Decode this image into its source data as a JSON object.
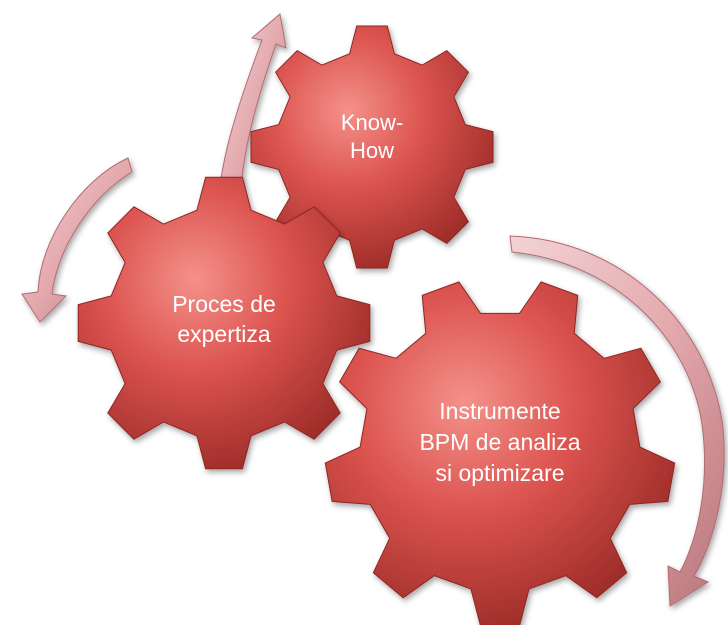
{
  "gears": [
    {
      "id": "know-how",
      "lines": [
        "Know-",
        "How"
      ]
    },
    {
      "id": "proces-de-expertiza",
      "lines": [
        "Proces de",
        "expertiza"
      ]
    },
    {
      "id": "instrumente-bpm",
      "lines": [
        "Instrumente",
        "BPM de analiza",
        "si optimizare"
      ]
    }
  ],
  "colors": {
    "gear_fill": "#d9524f",
    "gear_dark": "#8f2723",
    "gear_light": "#f08a83",
    "arrow_fill": "#e8b6b8",
    "arrow_dark": "#b46b72",
    "text": "#ffffff"
  }
}
